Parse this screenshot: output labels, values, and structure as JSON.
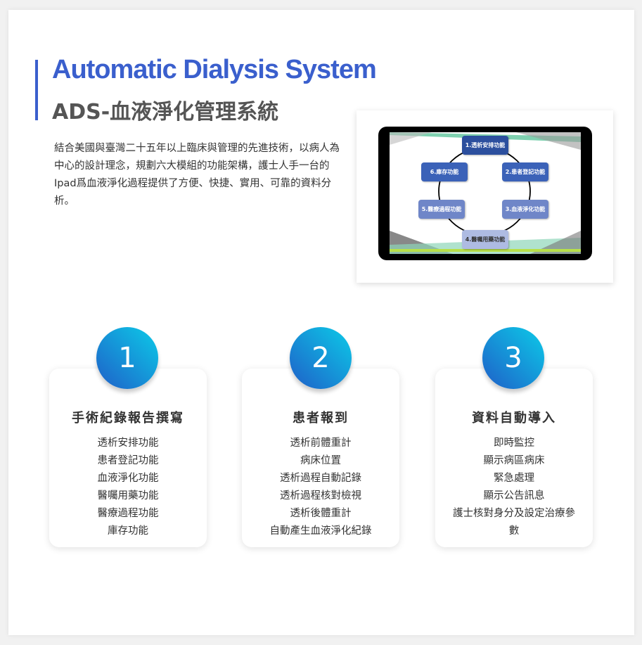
{
  "header": {
    "title": "Automatic Dialysis System",
    "subtitle": "ADS-血液淨化管理系統"
  },
  "description": "結合美國與臺灣二十五年以上臨床與管理的先進技術，以病人為中心的設計理念，規劃六大模組的功能架構，護士人手一台的Ipad爲血液淨化過程提供了方便、快捷、實用、可靠的資料分析。",
  "diagram": {
    "nodes": [
      "1.透析安排功能",
      "2.患者登記功能",
      "3.血液淨化功能",
      "4.醫囑用藥功能",
      "5.醫療過程功能",
      "6.庫存功能"
    ]
  },
  "cards": [
    {
      "number": "1",
      "title": "手術紀錄報告撰寫",
      "items": [
        "透析安排功能",
        "患者登記功能",
        "血液淨化功能",
        "醫囑用藥功能",
        "醫療過程功能",
        "庫存功能"
      ]
    },
    {
      "number": "2",
      "title": "患者報到",
      "items": [
        "透析前體重計",
        "病床位置",
        "透析過程自動記錄",
        "透析過程核對檢視",
        "透析後體重計",
        "自動產生血液淨化紀錄"
      ]
    },
    {
      "number": "3",
      "title": "資料自動導入",
      "items": [
        "即時監控",
        "顯示病區病床",
        "緊急處理",
        "顯示公告訊息",
        "護士核對身分及設定治療參數"
      ]
    }
  ],
  "colors": {
    "accent": "#3a5fcd"
  }
}
